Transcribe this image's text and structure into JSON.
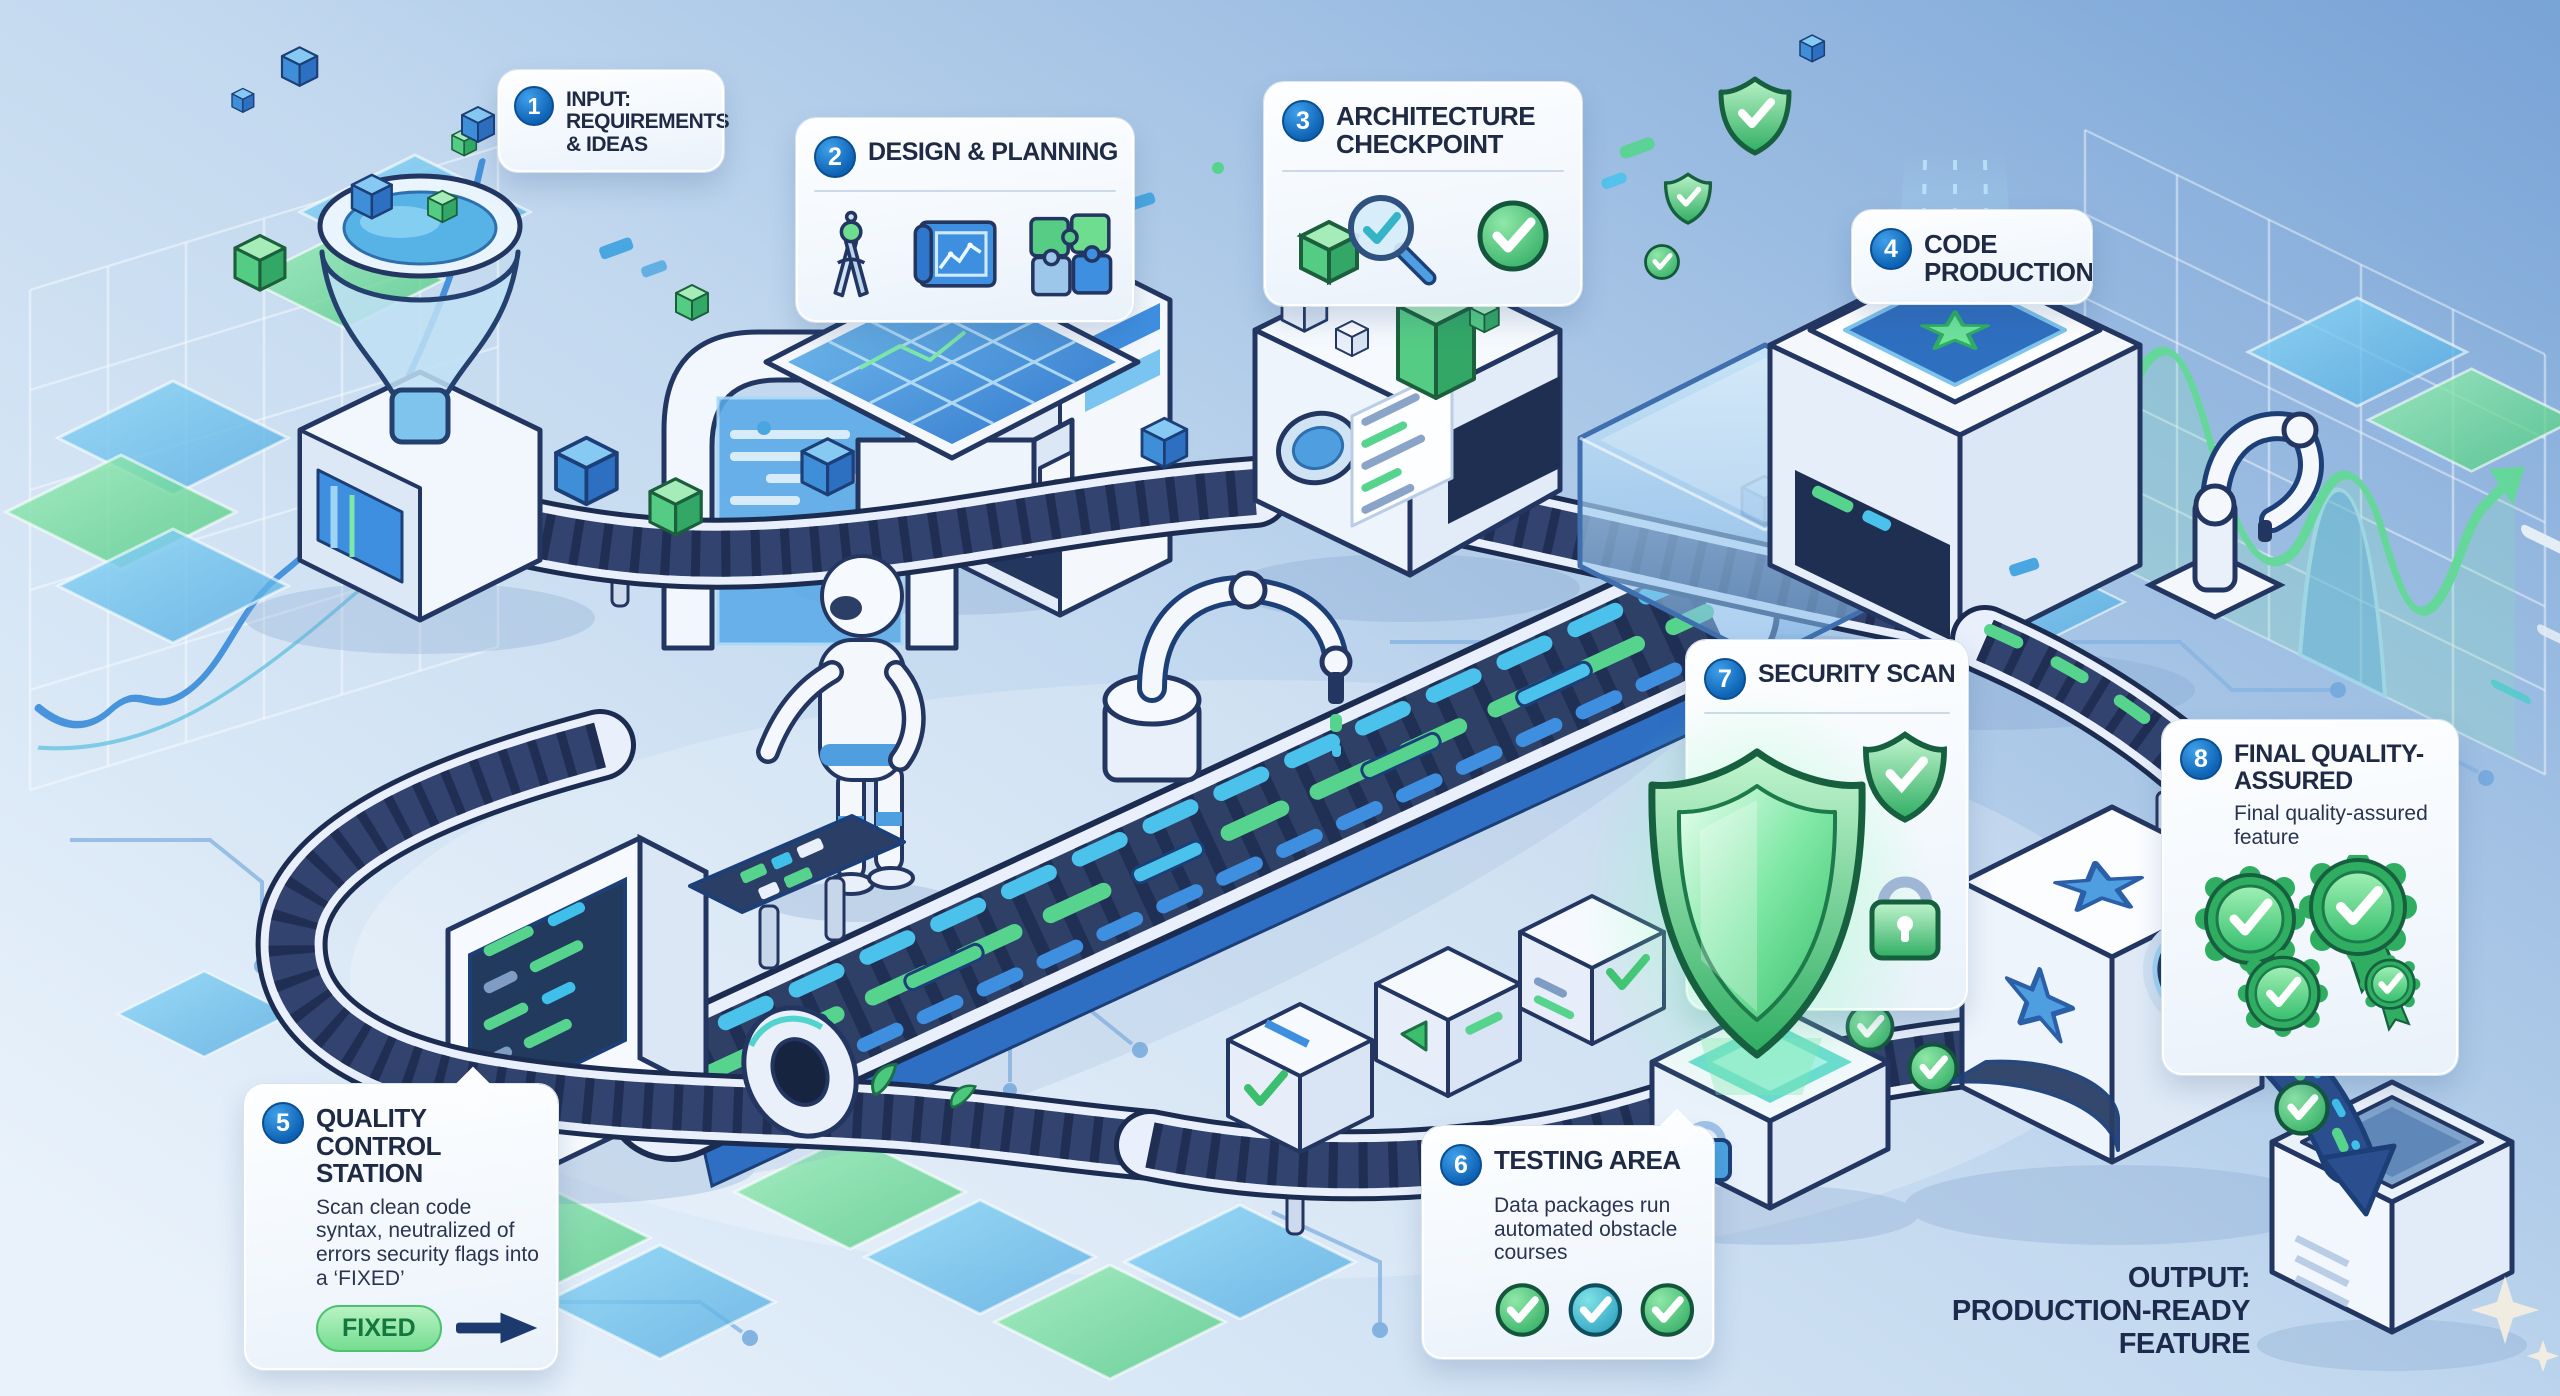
{
  "colors": {
    "accent_blue": "#1b7ed0",
    "accent_green": "#3ec878",
    "navy_text": "#1f2a45",
    "card_background": "#f6fafd",
    "belt_navy": "#31436e",
    "badge_green": "#8de79f"
  },
  "callouts": [
    {
      "number": "1",
      "title": "INPUT: REQUIREMENTS & IDEAS"
    },
    {
      "number": "2",
      "title": "DESIGN & PLANNING",
      "icons": [
        "compass-icon",
        "blueprint-icon",
        "puzzle-icon"
      ]
    },
    {
      "number": "3",
      "title": "ARCHITECTURE CHECKPOINT",
      "icons": [
        "magnifier-cube-icon",
        "check-circle-icon"
      ]
    },
    {
      "number": "4",
      "title": "CODE PRODUCTION"
    },
    {
      "number": "5",
      "title": "QUALITY CONTROL STATION",
      "body": "Scan clean code syntax, neutralized of errors security flags into a ‘FIXED’",
      "badge_label": "FIXED",
      "icons": [
        "arrow-right-icon"
      ]
    },
    {
      "number": "6",
      "title": "TESTING AREA",
      "body": "Data packages run automated obstacle courses",
      "icons": [
        "check-circle-icon",
        "check-circle-icon",
        "check-circle-icon"
      ]
    },
    {
      "number": "7",
      "title": "SECURITY SCAN",
      "icons": [
        "shield-icon",
        "shield-check-icon",
        "padlock-icon"
      ]
    },
    {
      "number": "8",
      "title": "FINAL QUALITY-ASSURED",
      "body": "Final quality-assured feature",
      "icons": [
        "rosette-check-icon",
        "rosette-check-icon",
        "rosette-check-icon",
        "rosette-check-icon"
      ]
    }
  ],
  "output": {
    "label": "OUTPUT: PRODUCTION-READY FEATURE"
  }
}
